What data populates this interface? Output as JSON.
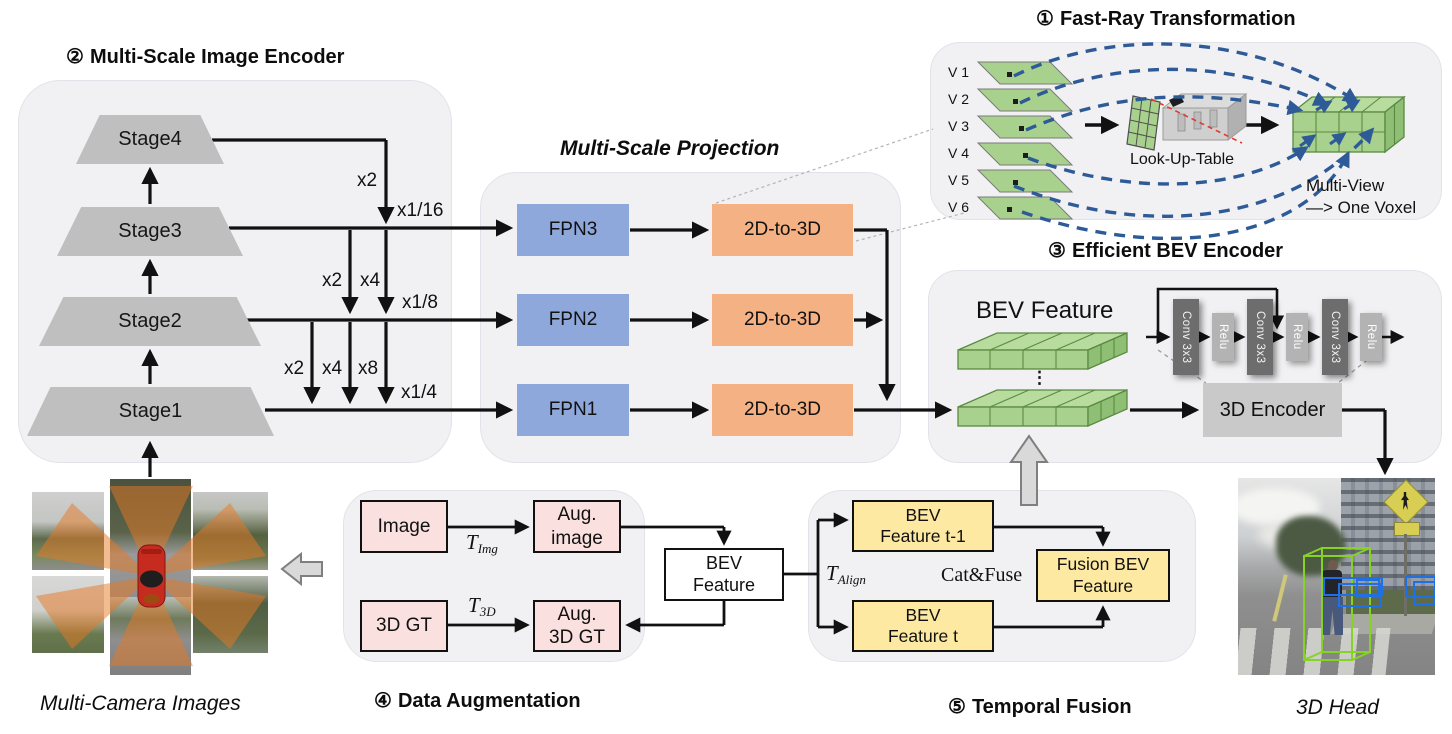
{
  "colors": {
    "panel_gray": "#f1f1f3",
    "stage_gray": "#bfbfbf",
    "fpn_blue": "#8fa8dc",
    "proj_orange": "#f4b183",
    "pink": "#fae0de",
    "yellow": "#fde9a2",
    "green": "#a9d18e",
    "green_stroke": "#5a8a42",
    "ray_blue": "#2e5b97",
    "conv_dark": "#6d6d6d",
    "relu_gray": "#b3b3b3",
    "arrow_black": "#111111"
  },
  "fast_ray": {
    "num": "①",
    "title": "Fast-Ray Transformation",
    "views": [
      "V 1",
      "V 2",
      "V 3",
      "V 4",
      "V 5",
      "V 6"
    ],
    "lut": "Look-Up-Table",
    "note1": "Multi-View",
    "note2": "—>  One Voxel"
  },
  "image_encoder": {
    "num": "②",
    "title": "Multi-Scale Image Encoder",
    "stages": [
      "Stage4",
      "Stage3",
      "Stage2",
      "Stage1"
    ],
    "mults": [
      "x2",
      "x2",
      "x4",
      "x2",
      "x4",
      "x8"
    ],
    "outs": [
      "x1/16",
      "x1/8",
      "x1/4"
    ]
  },
  "projection": {
    "title": "Multi-Scale Projection",
    "rows": [
      {
        "fpn": "FPN3",
        "proj": "2D-to-3D"
      },
      {
        "fpn": "FPN2",
        "proj": "2D-to-3D"
      },
      {
        "fpn": "FPN1",
        "proj": "2D-to-3D"
      }
    ]
  },
  "bev_encoder": {
    "num": "③",
    "title": "Efficient BEV  Encoder",
    "feature_label": "BEV Feature",
    "dots": "⋮",
    "blocks": [
      "Conv 3x3",
      "Relu",
      "Conv 3x3",
      "Relu",
      "Conv 3x3",
      "Relu"
    ],
    "encoder": "3D Encoder"
  },
  "data_aug": {
    "num": "④",
    "title": "Data Augmentation",
    "image": "Image",
    "aug_image": [
      "Aug.",
      "image"
    ],
    "gt": "3D GT",
    "aug_gt": [
      "Aug.",
      "3D GT"
    ],
    "bev": [
      "BEV",
      "Feature"
    ],
    "t_img": {
      "base": "T",
      "sub": "Img"
    },
    "t_3d": {
      "base": "T",
      "sub": "3D"
    }
  },
  "temporal": {
    "num": "⑤",
    "title": "Temporal Fusion",
    "t_align": {
      "base": "T",
      "sub": "Align"
    },
    "catfuse": "Cat&Fuse",
    "bev_t1": [
      "BEV",
      "Feature t-1"
    ],
    "bev_t": [
      "BEV",
      "Feature t"
    ],
    "fusion": [
      "Fusion BEV",
      "Feature"
    ]
  },
  "captions": {
    "multicam": "Multi-Camera Images",
    "head": "3D Head"
  }
}
